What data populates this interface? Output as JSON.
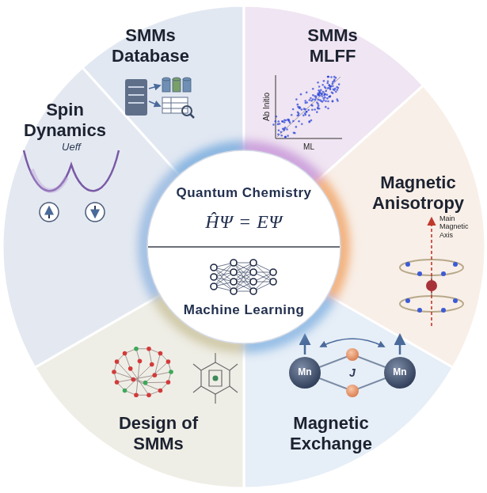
{
  "diagram": {
    "nodes": [
      {
        "text": [
          "SMMs Database"
        ]
      },
      {
        "text": [
          "SMMs MLFF"
        ]
      },
      {
        "text": [
          "Magnetic Anisotropy"
        ]
      },
      {
        "text": [
          "Magnetic Exchange"
        ]
      },
      {
        "text": [
          "Design of SMMs"
        ]
      },
      {
        "text": [
          "Spin Dynamics"
        ]
      },
      {
        "text": [
          "Quantum Chemistry",
          "ĤΨ = EΨ"
        ]
      },
      {
        "text": [
          "Machine Learning"
        ]
      }
    ],
    "edges": [],
    "labels": [
      "Ab Initio",
      "ML",
      "Main Magnetic Axis",
      "Ueff",
      "Mn",
      "J",
      "Mn"
    ]
  }
}
